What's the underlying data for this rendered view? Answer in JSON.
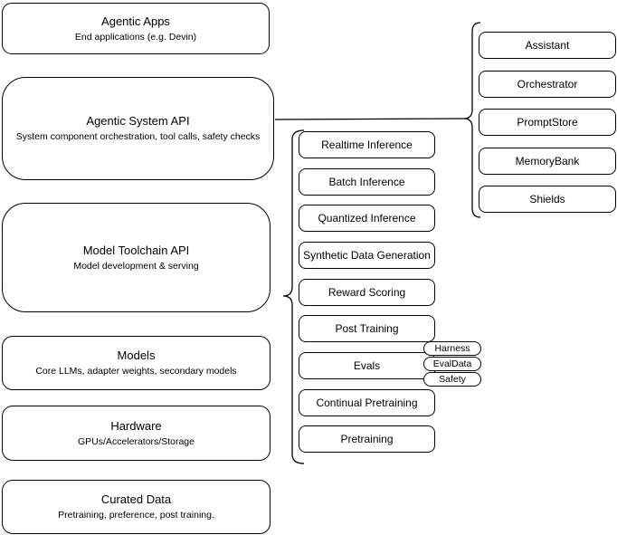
{
  "diagram": {
    "stack": [
      {
        "title": "Agentic Apps",
        "subtitle": "End applications (e.g. Devin)"
      },
      {
        "title": "Agentic System API",
        "subtitle": "System component orchestration, tool calls, safety checks"
      },
      {
        "title": "Model Toolchain API",
        "subtitle": "Model development & serving"
      },
      {
        "title": "Models",
        "subtitle": "Core LLMs, adapter weights, secondary models"
      },
      {
        "title": "Hardware",
        "subtitle": "GPUs/Accelerators/Storage"
      },
      {
        "title": "Curated Data",
        "subtitle": "Pretraining, preference, post training."
      }
    ],
    "toolchain_services": [
      "Realtime Inference",
      "Batch Inference",
      "Quantized Inference",
      "Synthetic Data Generation",
      "Reward Scoring",
      "Post Training",
      "Evals",
      "Continual Pretraining",
      "Pretraining"
    ],
    "eval_tags": [
      "Harness",
      "EvalData",
      "Safety"
    ],
    "system_components": [
      "Assistant",
      "Orchestrator",
      "PromptStore",
      "MemoryBank",
      "Shields"
    ],
    "colors": {
      "stroke": "#000000",
      "canvas": "#ffffff"
    }
  }
}
